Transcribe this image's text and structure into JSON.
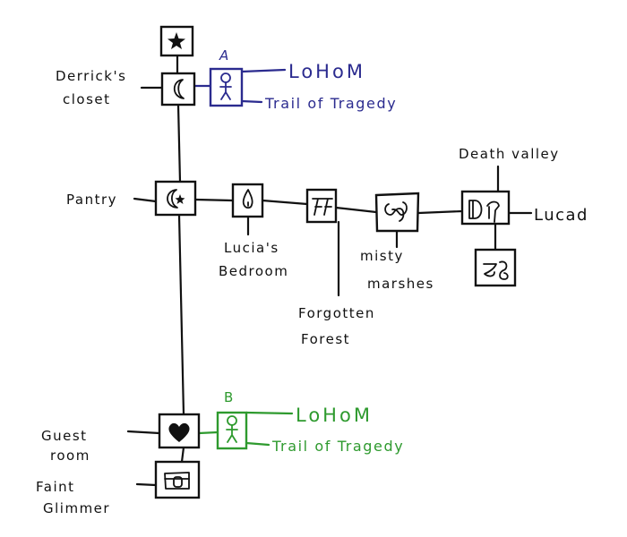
{
  "colors": {
    "ink": "#111111",
    "group_a": "#2b2b8f",
    "group_b": "#2e9a2e"
  },
  "rooms": {
    "top_room": {
      "icon": "star-icon"
    },
    "derricks_closet": {
      "line1": "Derrick's",
      "line2": "closet",
      "icon": "crescent-moon-icon"
    },
    "pantry": {
      "label": "Pantry",
      "icon": "moon-star-icon"
    },
    "lucias_bedroom": {
      "line1": "Lucia's",
      "line2": "Bedroom",
      "icon": "flame-icon"
    },
    "forgotten_forest": {
      "line1": "Forgotten",
      "line2": "Forest",
      "icon": "forest-glyph-icon"
    },
    "misty_marshes": {
      "line1": "misty",
      "line2": "marshes",
      "icon": "marsh-glyph-icon"
    },
    "death_valley": {
      "label": "Death valley",
      "icon": "valley-glyph-icon"
    },
    "lucad": {
      "label": "Lucad"
    },
    "death_valley_lower": {
      "icon": "rune-glyph-icon"
    },
    "guest_room": {
      "line1": "Guest",
      "line2": "room",
      "icon": "heart-icon"
    },
    "faint_glimmer": {
      "line1": "Faint",
      "line2": "Glimmer",
      "icon": "chest-icon"
    }
  },
  "branches": {
    "a": {
      "marker": "A",
      "icon": "figure-icon",
      "line1": "LoHoM",
      "line2": "Trail of Tragedy"
    },
    "b": {
      "marker": "B",
      "icon": "figure-icon",
      "line1": "LoHoM",
      "line2": "Trail of Tragedy"
    }
  }
}
